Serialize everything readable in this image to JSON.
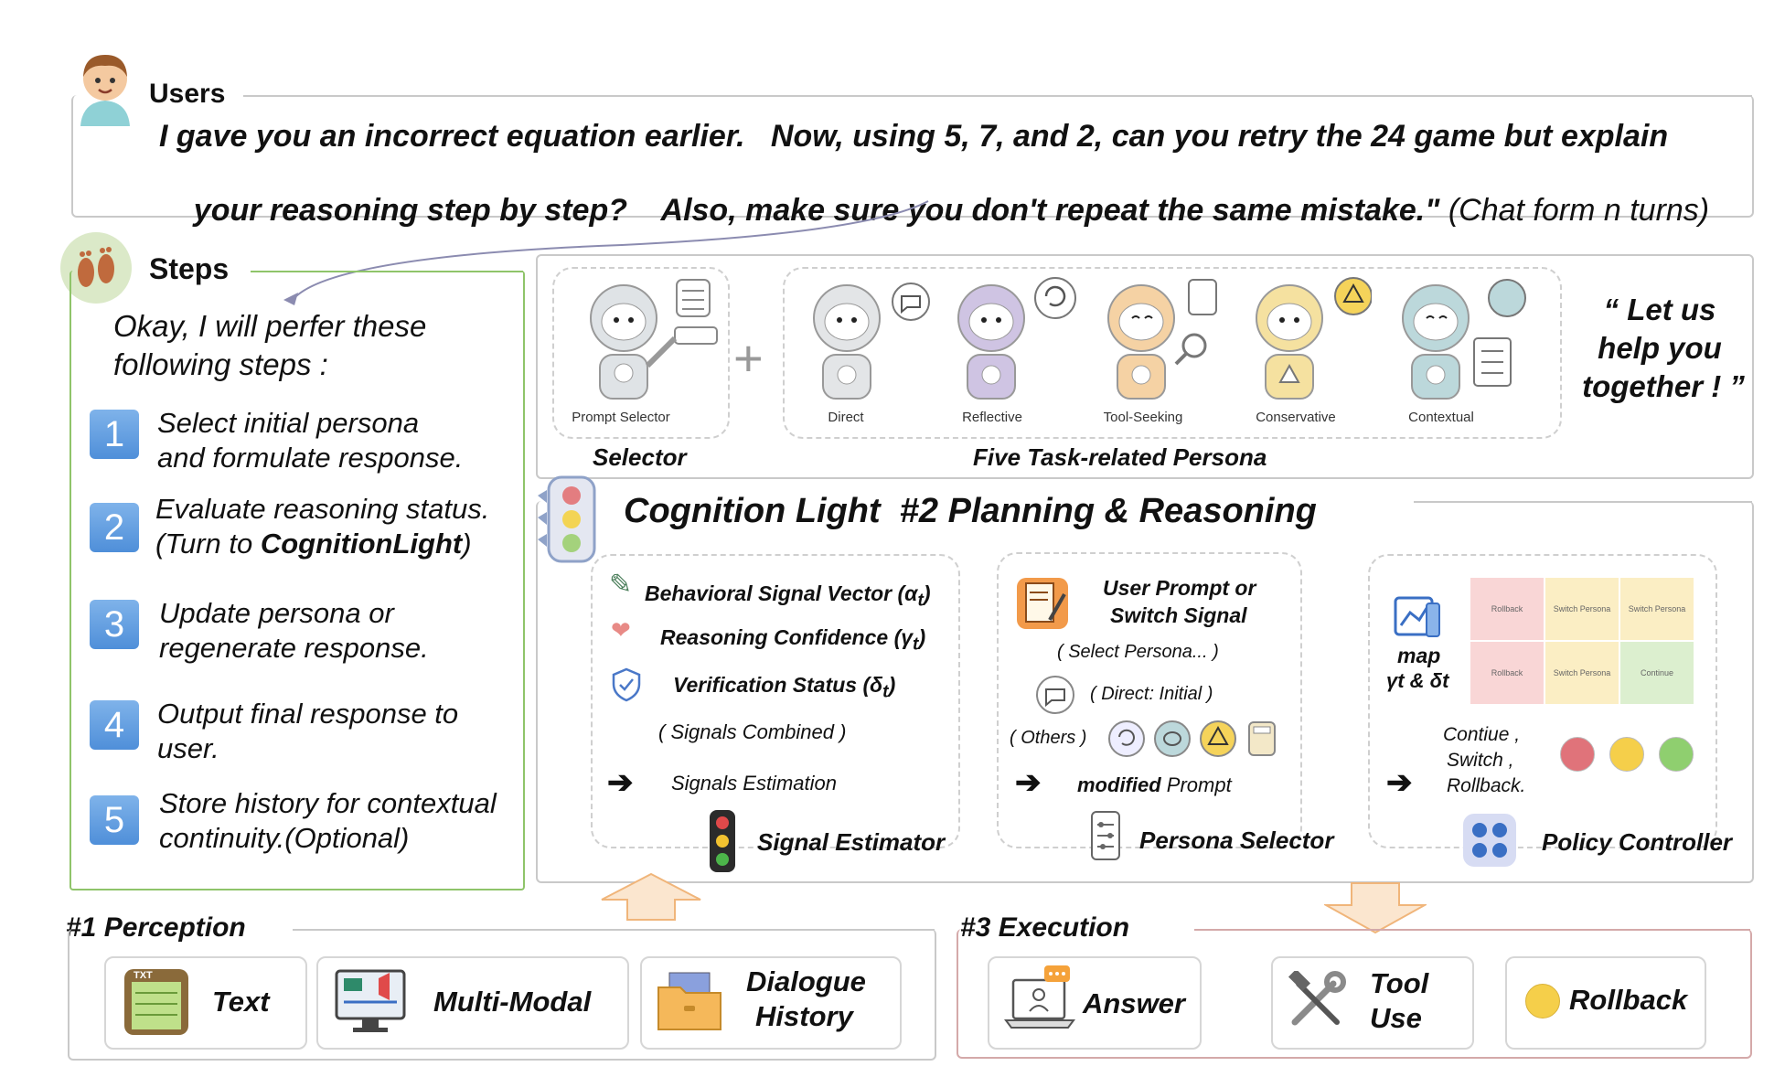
{
  "users": {
    "title": "Users",
    "line1": "I gave you an incorrect equation earlier.   Now, using 5, 7, and 2, can you retry the 24 game but explain",
    "line2_bold": "your reasoning step by step?    Also, make sure you don't repeat the same mistake.\"",
    "line2_normal": " (Chat form n turns)"
  },
  "steps": {
    "title": "Steps",
    "intro_line1": "Okay, I will perfer these",
    "intro_line2": "following steps :",
    "items": [
      {
        "n": "1",
        "line1": "Select initial persona",
        "line2": "and formulate response."
      },
      {
        "n": "2",
        "line1": "Evaluate reasoning status.",
        "line2_pre": "(Turn to ",
        "line2_bold": "CognitionLight",
        "line2_post": ")"
      },
      {
        "n": "3",
        "line1": "Update persona or",
        "line2": "regenerate response."
      },
      {
        "n": "4",
        "line1": "Output final response to",
        "line2": "user."
      },
      {
        "n": "5",
        "line1": "Store history for contextual",
        "line2": "continuity.(Optional)"
      }
    ]
  },
  "persona": {
    "selector_robot_label": "Prompt Selector",
    "selector_caption": "Selector",
    "personas_caption": "Five Task-related Persona",
    "robots": [
      "Direct",
      "Reflective",
      "Tool-Seeking",
      "Conservative",
      "Contextual"
    ],
    "quote_line1": "“ Let us",
    "quote_line2": "help you",
    "quote_line3": "together ! ”"
  },
  "cognition": {
    "title": "Cognition Light  #2 Planning & Reasoning",
    "signal": {
      "row1": "Behavioral Signal Vector (α",
      "row1_sub": "t",
      "row2": "Reasoning Confidence (γ",
      "row2_sub": "t",
      "row3": "Verification Status (δ",
      "row3_sub": "t",
      "combined": "( Signals Combined )",
      "estimation": "Signals Estimation",
      "label": "Signal Estimator"
    },
    "persona_sel": {
      "head1": "User Prompt or",
      "head2": "Switch Signal",
      "select": "( Select Persona... )",
      "direct": "( Direct: Initial )",
      "others": "( Others )",
      "modified_bold": "modified",
      "modified_rest": " Prompt",
      "label": "Persona Selector"
    },
    "policy": {
      "map_label": "map",
      "map_vars": "γt & δt",
      "grid": [
        "Rollback",
        "Switch Persona",
        "Switch Persona",
        "Rollback",
        "Switch Persona",
        "Continue"
      ],
      "actions1": "Contiue ,",
      "actions2": "Switch ,",
      "actions3": "Rollback.",
      "label": "Policy Controller",
      "colors": {
        "red": "#e0737a",
        "yellow": "#f5cf4a",
        "green": "#8fcf6f"
      }
    }
  },
  "perception": {
    "title": "#1 Perception",
    "items": [
      "Text",
      "Multi-Modal",
      "Dialogue",
      "History"
    ]
  },
  "execution": {
    "title": "#3 Execution",
    "answer": "Answer",
    "tool1": "Tool",
    "tool2": "Use",
    "rollback": "Rollback"
  }
}
